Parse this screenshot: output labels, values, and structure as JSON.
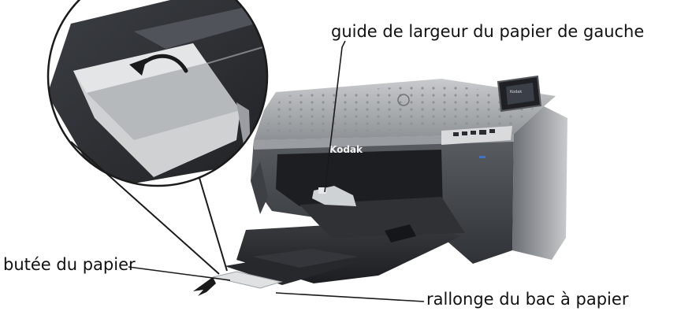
{
  "labels": {
    "guide": "guide de largeur du papier de gauche",
    "butee": "butée du papier",
    "rallonge": "rallonge du bac à papier"
  },
  "printer": {
    "brand": "Kodak",
    "screen_text": "Kodak"
  },
  "colors": {
    "body_light": "#d6d8da",
    "body_mid": "#a9adb1",
    "body_dark": "#4a4e53",
    "tray": "#2b2d31",
    "accent_blue": "#3d73c4",
    "line": "#1a1a1a"
  }
}
